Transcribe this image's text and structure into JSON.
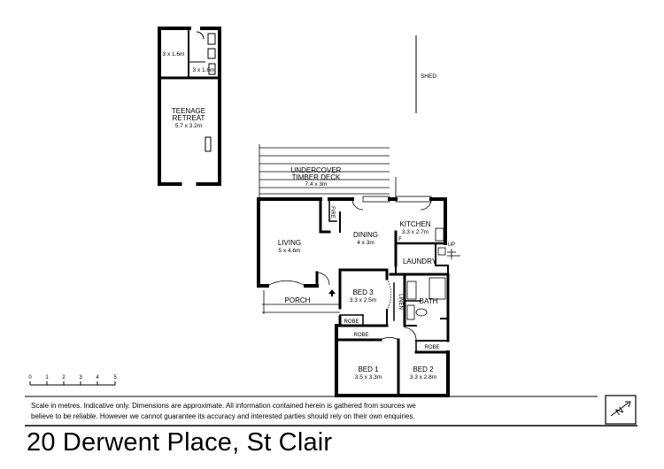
{
  "rooms": {
    "storage": {
      "dim": "3 x 1.6m"
    },
    "ensuite": {
      "dim": "3 x 1.6m"
    },
    "teenage_retreat": {
      "line1": "TEENAGE",
      "line2": "RETREAT",
      "dim": "5.7 x 3.2m"
    },
    "shed": {
      "name": "SHED"
    },
    "deck": {
      "line1": "UNDERCOVER",
      "line2": "TIMBER DECK",
      "dim": "7.4 x 3m"
    },
    "living": {
      "name": "LIVING",
      "dim": "5 x 4.6m"
    },
    "dining": {
      "name": "DINING",
      "dim": "4 x 3m"
    },
    "kitchen": {
      "name": "KITCHEN",
      "dim": "3.3 x 2.7m"
    },
    "laundry": {
      "name": "LAUNDRY"
    },
    "bed3": {
      "name": "BED 3",
      "dim": "3.3 x 2.5m"
    },
    "bath": {
      "name": "BATH"
    },
    "porch": {
      "name": "PORCH"
    },
    "bed1": {
      "name": "BED 1",
      "dim": "3.5 x 3.3m"
    },
    "bed2": {
      "name": "BED 2",
      "dim": "3.3 x 2.8m"
    }
  },
  "small_labels": {
    "fire": "FIRE",
    "fridge": "F",
    "up": "UP",
    "linen": "LINEN",
    "robe_bed3": "ROBE",
    "robe_bed1": "ROBE",
    "robe_bed2": "ROBE"
  },
  "scale_bar": {
    "ticks": [
      "0",
      "1",
      "2",
      "3",
      "4",
      "5"
    ]
  },
  "north_symbol": "N",
  "disclaimer": {
    "line1": "Scale in metres. Indicative only. Dimensions are approximate.  All information contained herein is gathered from sources we",
    "line2": "believe to be reliable. However we cannot guarantee its accuracy and interested parties should rely on their own enquiries."
  },
  "address": "20 Derwent Place, St Clair"
}
